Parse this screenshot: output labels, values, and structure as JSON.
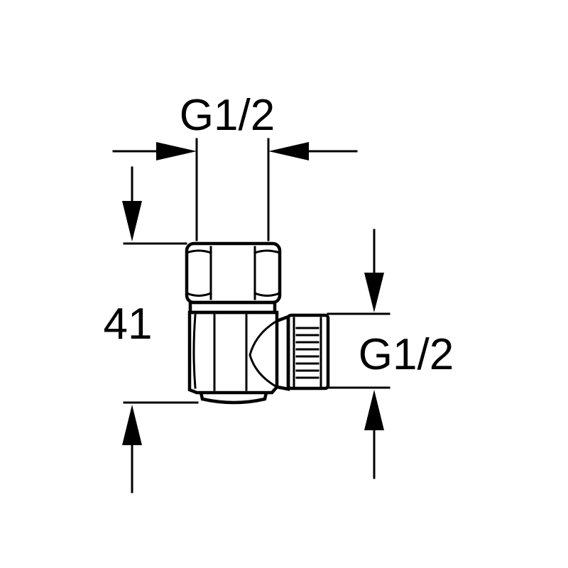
{
  "dimensions": {
    "top_thread": "G1/2",
    "side_thread": "G1/2",
    "height": "41"
  },
  "colors": {
    "line": "#000000",
    "background": "#ffffff"
  }
}
